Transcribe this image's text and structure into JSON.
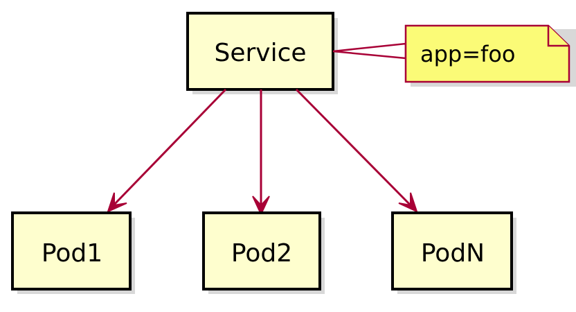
{
  "diagram": {
    "nodes": {
      "service": {
        "label": "Service"
      },
      "pod1": {
        "label": "Pod1"
      },
      "pod2": {
        "label": "Pod2"
      },
      "podn": {
        "label": "PodN"
      }
    },
    "note": {
      "text": "app=foo"
    },
    "edges": [
      {
        "from": "Service",
        "to": "Pod1"
      },
      {
        "from": "Service",
        "to": "Pod2"
      },
      {
        "from": "Service",
        "to": "PodN"
      }
    ],
    "colors": {
      "node_fill": "#fefece",
      "node_border": "#000000",
      "edge": "#a80036",
      "note_fill": "#fbfb77",
      "note_border": "#a80036"
    }
  }
}
